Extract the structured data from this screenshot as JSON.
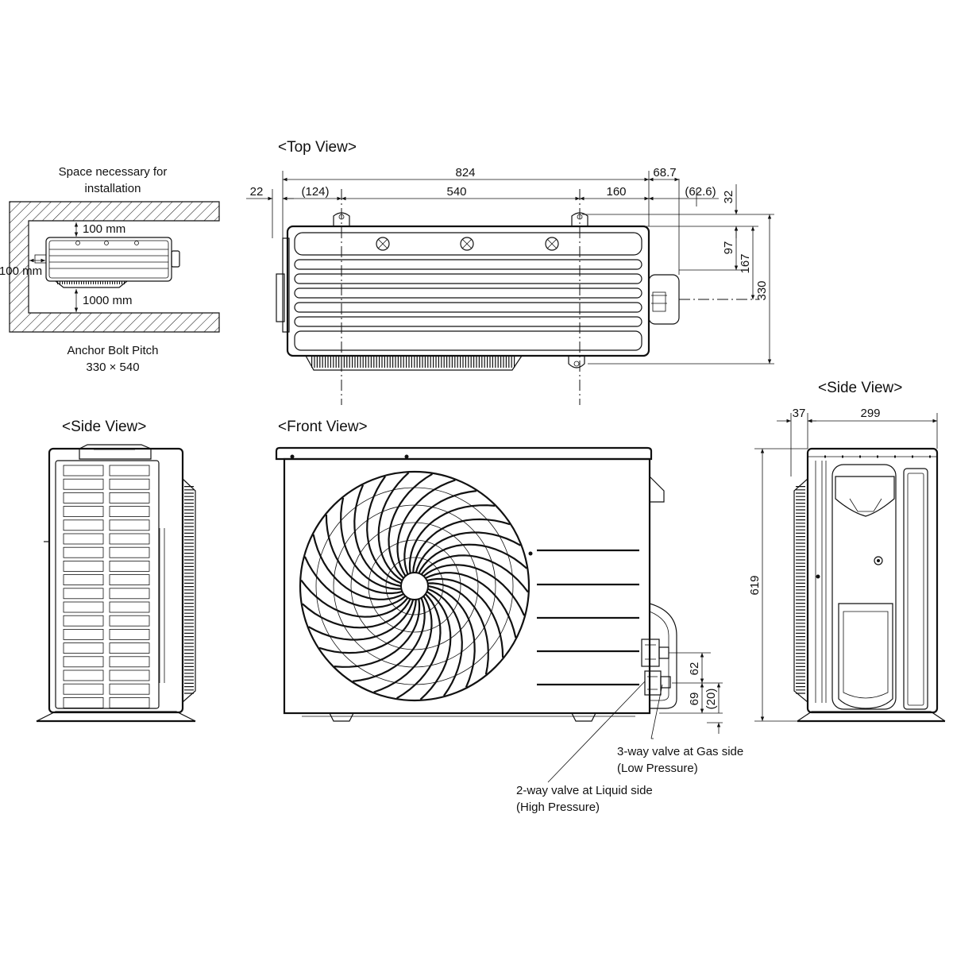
{
  "views": {
    "top": "<Top View>",
    "side_left": "<Side View>",
    "front": "<Front View>",
    "side_right": "<Side View>"
  },
  "installation": {
    "title_line1": "Space necessary for",
    "title_line2": "installation",
    "clear_top": "100 mm",
    "clear_left": "100 mm",
    "clear_bottom": "1000 mm",
    "anchor_line1": "Anchor Bolt Pitch",
    "anchor_line2": "330 × 540"
  },
  "top_dims": {
    "overall": "824",
    "left_offset": "22",
    "left_paren": "(124)",
    "pitch": "540",
    "right_seg": "160",
    "right_ext": "68.7",
    "right_paren": "(62.6)",
    "v32": "32",
    "v97": "97",
    "v167": "167",
    "v330": "330"
  },
  "side_dims": {
    "d37": "37",
    "d299": "299",
    "h619": "619"
  },
  "front_dims": {
    "d62": "62",
    "d69": "69",
    "d20": "(20)"
  },
  "valves": {
    "gas_line1": "3-way valve at Gas side",
    "gas_line2": "(Low Pressure)",
    "liquid_line1": "2-way valve at Liquid side",
    "liquid_line2": "(High Pressure)"
  }
}
